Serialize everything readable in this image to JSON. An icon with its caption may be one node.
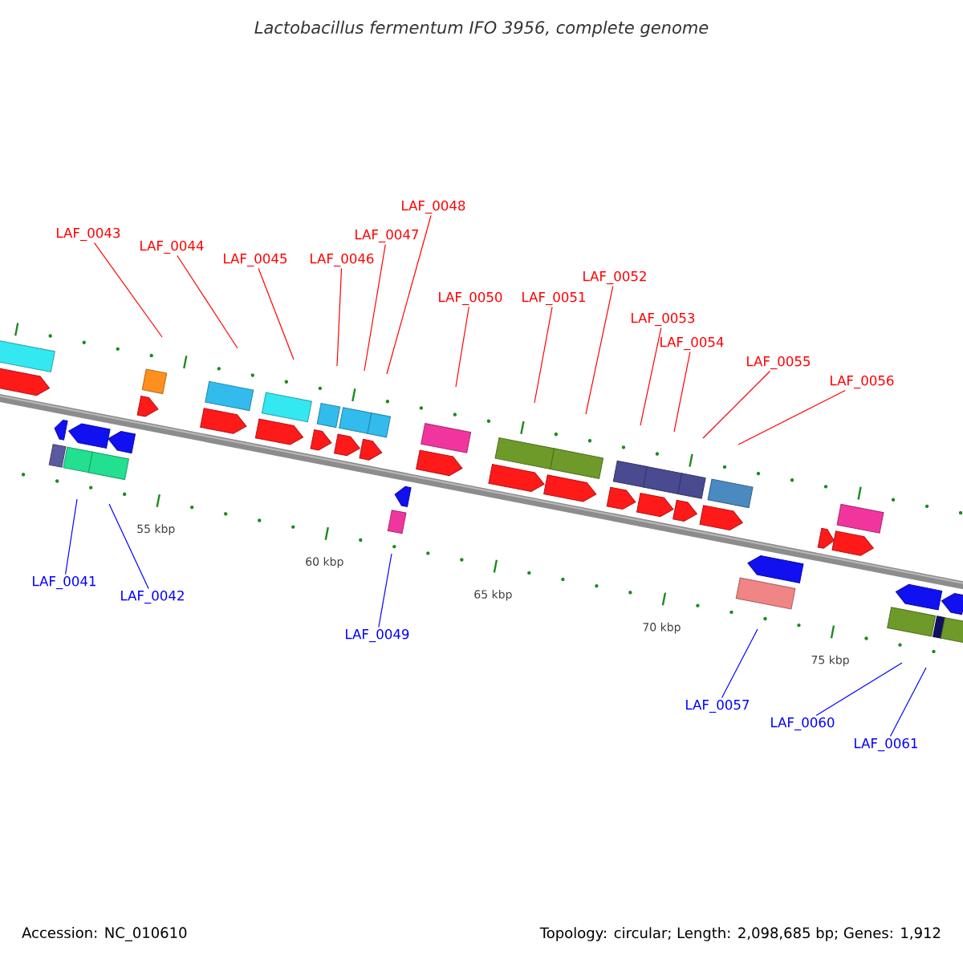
{
  "diagram": {
    "title": "Lactobacillus fermentum IFO 3956, complete genome",
    "nodes": [
      {
        "text": [
          "LAF_0043"
        ]
      },
      {
        "text": [
          "LAF_0044"
        ]
      },
      {
        "text": [
          "LAF_0045"
        ]
      },
      {
        "text": [
          "LAF_0046"
        ]
      },
      {
        "text": [
          "LAF_0047"
        ]
      },
      {
        "text": [
          "LAF_0048"
        ]
      },
      {
        "text": [
          "LAF_0050"
        ]
      },
      {
        "text": [
          "LAF_0051"
        ]
      },
      {
        "text": [
          "LAF_0052"
        ]
      },
      {
        "text": [
          "LAF_0053"
        ]
      },
      {
        "text": [
          "LAF_0054"
        ]
      },
      {
        "text": [
          "LAF_0055"
        ]
      },
      {
        "text": [
          "LAF_0056"
        ]
      },
      {
        "text": [
          "LAF_0041"
        ]
      },
      {
        "text": [
          "LAF_0042"
        ]
      },
      {
        "text": [
          "LAF_0049"
        ]
      },
      {
        "text": [
          "LAF_0057"
        ]
      },
      {
        "text": [
          "LAF_0060"
        ]
      },
      {
        "text": [
          "LAF_0061"
        ]
      }
    ],
    "edges": [
      {
        "from": 0,
        "to": null,
        "arrow": "none"
      },
      {
        "from": 1,
        "to": null,
        "arrow": "none"
      },
      {
        "from": 2,
        "to": null,
        "arrow": "none"
      },
      {
        "from": 3,
        "to": null,
        "arrow": "none"
      },
      {
        "from": 4,
        "to": null,
        "arrow": "none"
      },
      {
        "from": 5,
        "to": null,
        "arrow": "none"
      },
      {
        "from": 6,
        "to": null,
        "arrow": "none"
      },
      {
        "from": 7,
        "to": null,
        "arrow": "none"
      },
      {
        "from": 8,
        "to": null,
        "arrow": "none"
      },
      {
        "from": 9,
        "to": null,
        "arrow": "none"
      },
      {
        "from": 10,
        "to": null,
        "arrow": "none"
      },
      {
        "from": 11,
        "to": null,
        "arrow": "none"
      },
      {
        "from": 12,
        "to": null,
        "arrow": "none"
      },
      {
        "from": 13,
        "to": null,
        "arrow": "none",
        "color": "#0000ff"
      },
      {
        "from": 14,
        "to": null,
        "arrow": "none",
        "color": "#0000ff"
      },
      {
        "from": 15,
        "to": null,
        "arrow": "none",
        "color": "#0000ff"
      },
      {
        "from": 16,
        "to": null,
        "arrow": "none",
        "color": "#0000ff"
      },
      {
        "from": 17,
        "to": null,
        "arrow": "none",
        "color": "#0000ff"
      },
      {
        "from": 18,
        "to": null,
        "arrow": "none",
        "color": "#0000ff"
      }
    ],
    "labels": [
      "55 kbp",
      "60 kbp",
      "65 kbp",
      "70 kbp",
      "75 kbp",
      "Accession: NC_010610",
      "Topology: circular; Length: 2,098,685 bp; Genes: 1,912"
    ]
  }
}
